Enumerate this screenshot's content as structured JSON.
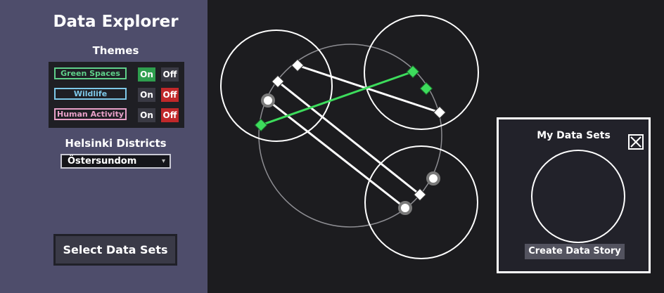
{
  "sidebar": {
    "title": "Data Explorer",
    "themes_title": "Themes",
    "themes": [
      {
        "label": "Green Spaces",
        "color": "#5fd08a",
        "on_label": "On",
        "off_label": "Off",
        "state": "on"
      },
      {
        "label": "Wildlife",
        "color": "#7ec8e8",
        "on_label": "On",
        "off_label": "Off",
        "state": "off"
      },
      {
        "label": "Human Activity",
        "color": "#e8a0c8",
        "on_label": "On",
        "off_label": "Off",
        "state": "off"
      }
    ],
    "districts_title": "Helsinki Districts",
    "district_selected": "Östersundom",
    "select_button": "Select Data Sets"
  },
  "panel": {
    "title": "My Data Sets",
    "create_button": "Create Data Story"
  },
  "colors": {
    "sidebar_bg": "#4e4d6b",
    "canvas_bg": "#1c1c1f",
    "on_active": "#2e9e4e",
    "off_active": "#c0282a",
    "inactive": "#3a3a44",
    "link_green": "#3ddc5c"
  }
}
